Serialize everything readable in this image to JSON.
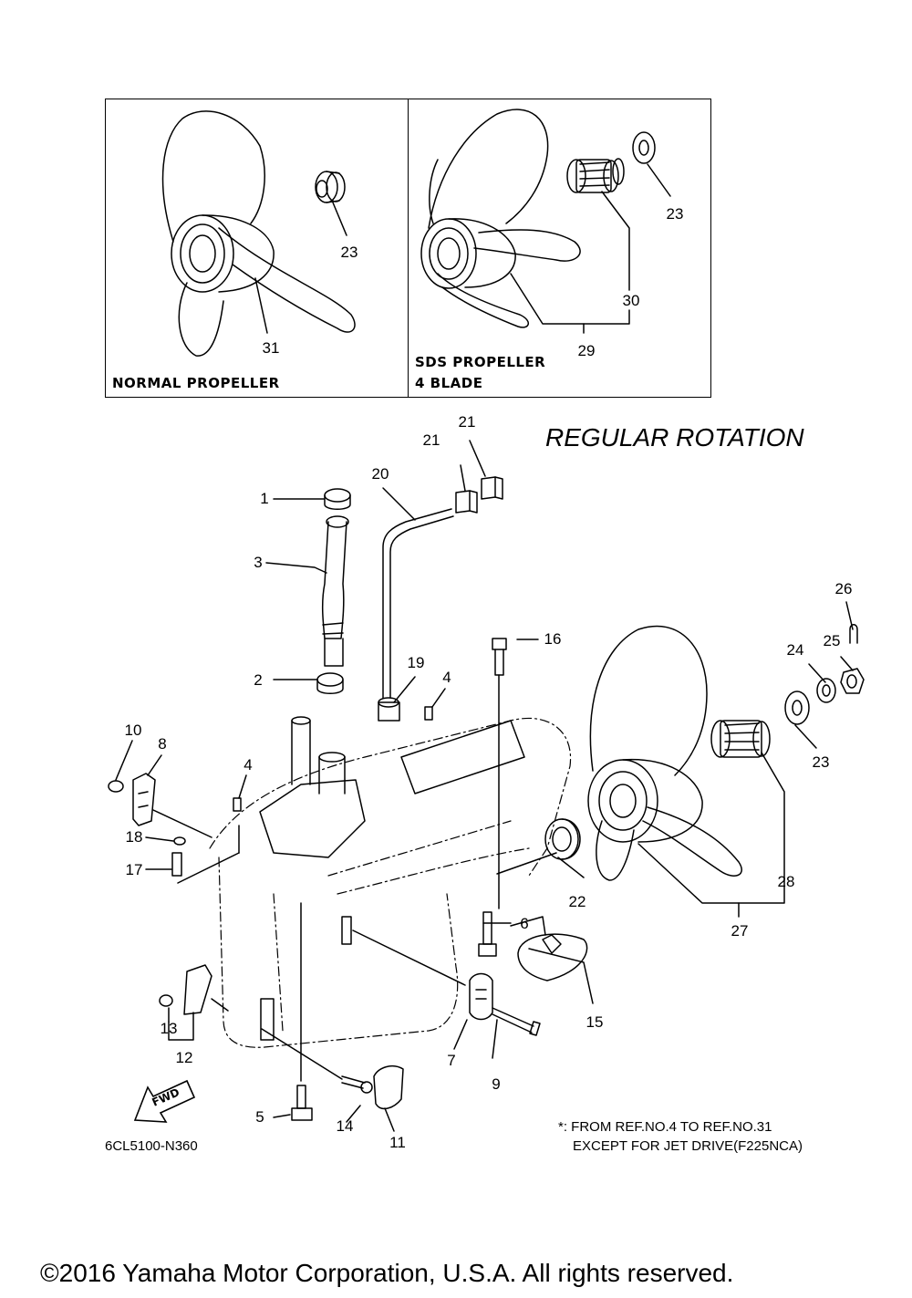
{
  "diagram_title": "REGULAR ROTATION",
  "inset_panels": {
    "normal": {
      "label": "NORMAL PROPELLER"
    },
    "sds": {
      "label_line1": "SDS PROPELLER",
      "label_line2": "4 BLADE"
    }
  },
  "fwd_arrow_label": "FWD",
  "callouts": {
    "c1": "1",
    "c2": "2",
    "c3": "3",
    "c4a": "4",
    "c4b": "4",
    "c5": "5",
    "c6": "6",
    "c7": "7",
    "c8": "8",
    "c9": "9",
    "c10": "10",
    "c11": "11",
    "c12": "12",
    "c13": "13",
    "c14": "14",
    "c15": "15",
    "c16": "16",
    "c17": "17",
    "c18": "18",
    "c19": "19",
    "c20": "20",
    "c21a": "21",
    "c21b": "21",
    "c22": "22",
    "c23a": "23",
    "c23b": "23",
    "c23c": "23",
    "c24": "24",
    "c25": "25",
    "c26": "26",
    "c27": "27",
    "c28": "28",
    "c29": "29",
    "c30": "30",
    "c31": "31"
  },
  "footnote": {
    "line1": "*: FROM REF.NO.4 TO REF.NO.31",
    "line2": "EXCEPT FOR JET DRIVE(F225NCA)"
  },
  "drawing_code": "6CL5100-N360",
  "copyright": "©2016 Yamaha Motor Corporation, U.S.A. All rights reserved."
}
